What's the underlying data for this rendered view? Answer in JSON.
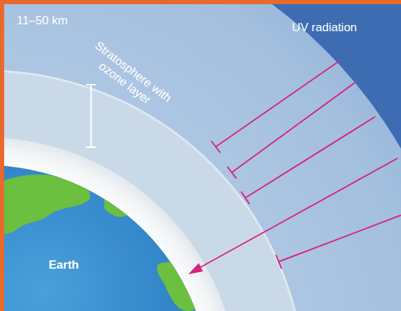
{
  "diagram": {
    "labels": [
      "11–50 km",
      "Stratosphere with ozone layer",
      "UV radiation",
      "Earth"
    ]
  }
}
